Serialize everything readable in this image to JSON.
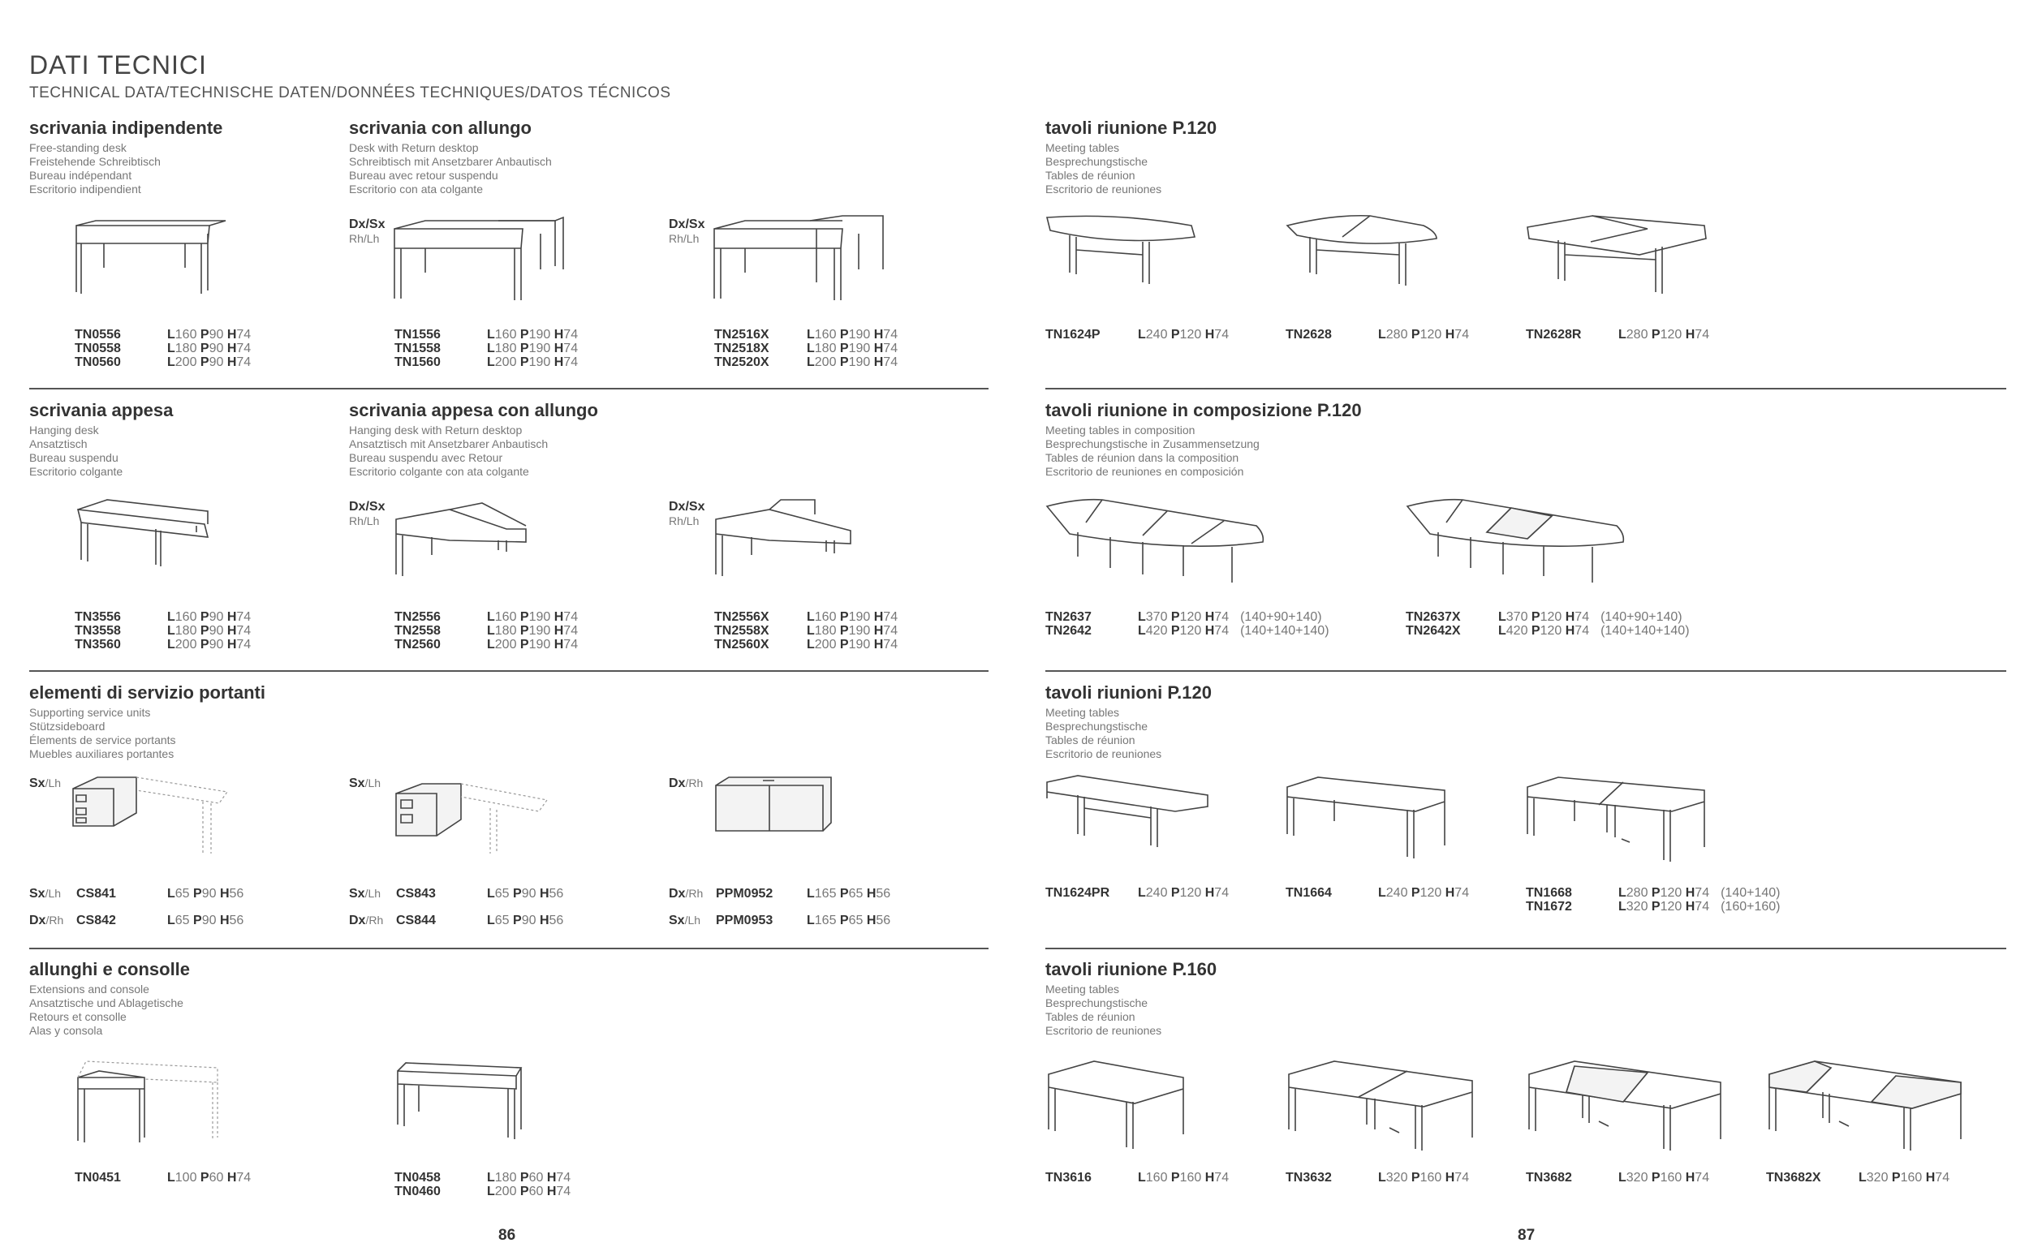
{
  "header": {
    "title": "DATI TECNICI",
    "subtitle": "TECHNICAL DATA/TECHNISCHE DATEN/DONNÉES TECHNIQUES/DATOS TÉCNICOS"
  },
  "pages": {
    "left": "86",
    "right": "87"
  },
  "sections": {
    "s1": {
      "title": "scrivania indipendente",
      "desc": [
        "Free-standing desk",
        "Freistehende Schreibtisch",
        "Bureau indépendant",
        "Escritorio indipendient"
      ],
      "codes": [
        "TN0556",
        "TN0558",
        "TN0560"
      ],
      "dims": [
        [
          "L",
          "160",
          "P",
          "90",
          "H",
          "74"
        ],
        [
          "L",
          "180",
          "P",
          "90",
          "H",
          "74"
        ],
        [
          "L",
          "200",
          "P",
          "90",
          "H",
          "74"
        ]
      ]
    },
    "s2": {
      "title": "scrivania con allungo",
      "desc": [
        "Desk with Return desktop",
        "Schreibtisch mit Ansetzbarer Anbautisch",
        "Bureau avec retour suspendu",
        "Escritorio con ata colgante"
      ],
      "sideA": "Dx/Sx",
      "sideAb": "Rh/Lh",
      "sideB": "Dx/Sx",
      "sideBb": "Rh/Lh",
      "codesA": [
        "TN1556",
        "TN1558",
        "TN1560"
      ],
      "dimsA": [
        [
          "L",
          "160",
          "P",
          "190",
          "H",
          "74"
        ],
        [
          "L",
          "180",
          "P",
          "190",
          "H",
          "74"
        ],
        [
          "L",
          "200",
          "P",
          "190",
          "H",
          "74"
        ]
      ],
      "codesB": [
        "TN2516X",
        "TN2518X",
        "TN2520X"
      ],
      "dimsB": [
        [
          "L",
          "160",
          "P",
          "190",
          "H",
          "74"
        ],
        [
          "L",
          "180",
          "P",
          "190",
          "H",
          "74"
        ],
        [
          "L",
          "200",
          "P",
          "190",
          "H",
          "74"
        ]
      ]
    },
    "s3": {
      "title": "scrivania appesa",
      "desc": [
        "Hanging desk",
        "Ansatztisch",
        "Bureau suspendu",
        "Escritorio colgante"
      ],
      "codes": [
        "TN3556",
        "TN3558",
        "TN3560"
      ],
      "dims": [
        [
          "L",
          "160",
          "P",
          "90",
          "H",
          "74"
        ],
        [
          "L",
          "180",
          "P",
          "90",
          "H",
          "74"
        ],
        [
          "L",
          "200",
          "P",
          "90",
          "H",
          "74"
        ]
      ]
    },
    "s4": {
      "title": "scrivania appesa con allungo",
      "desc": [
        "Hanging desk with Return desktop",
        "Ansatztisch mit Ansetzbarer Anbautisch",
        "Bureau suspendu avec Retour",
        "Escritorio colgante con ata colgante"
      ],
      "sideA": "Dx/Sx",
      "sideAb": "Rh/Lh",
      "sideB": "Dx/Sx",
      "sideBb": "Rh/Lh",
      "codesA": [
        "TN2556",
        "TN2558",
        "TN2560"
      ],
      "dimsA": [
        [
          "L",
          "160",
          "P",
          "190",
          "H",
          "74"
        ],
        [
          "L",
          "180",
          "P",
          "190",
          "H",
          "74"
        ],
        [
          "L",
          "200",
          "P",
          "190",
          "H",
          "74"
        ]
      ],
      "codesB": [
        "TN2556X",
        "TN2558X",
        "TN2560X"
      ],
      "dimsB": [
        [
          "L",
          "160",
          "P",
          "190",
          "H",
          "74"
        ],
        [
          "L",
          "180",
          "P",
          "190",
          "H",
          "74"
        ],
        [
          "L",
          "200",
          "P",
          "190",
          "H",
          "74"
        ]
      ]
    },
    "s5": {
      "title": "elementi di servizio portanti",
      "desc": [
        "Supporting service units",
        "Stützsideboard",
        "Élements de service portants",
        "Muebles auxiliares portantes"
      ],
      "items": [
        {
          "side": "Sx",
          "sideb": "/Lh",
          "code": "CS841",
          "dims": [
            "L",
            "65",
            "P",
            "90",
            "H",
            "56"
          ]
        },
        {
          "side": "Dx",
          "sideb": "/Rh",
          "code": "CS842",
          "dims": [
            "L",
            "65",
            "P",
            "90",
            "H",
            "56"
          ]
        },
        {
          "side": "Sx",
          "sideb": "/Lh",
          "code": "CS843",
          "dims": [
            "L",
            "65",
            "P",
            "90",
            "H",
            "56"
          ]
        },
        {
          "side": "Dx",
          "sideb": "/Rh",
          "code": "CS844",
          "dims": [
            "L",
            "65",
            "P",
            "90",
            "H",
            "56"
          ]
        },
        {
          "side": "Dx",
          "sideb": "/Rh",
          "code": "PPM0952",
          "dims": [
            "L",
            "165",
            "P",
            "65",
            "H",
            "56"
          ]
        },
        {
          "side": "Sx",
          "sideb": "/Lh",
          "code": "PPM0953",
          "dims": [
            "L",
            "165",
            "P",
            "65",
            "H",
            "56"
          ]
        }
      ],
      "ill": [
        {
          "side": "Sx",
          "sideb": "/Lh"
        },
        {
          "side": "Sx",
          "sideb": "/Lh"
        },
        {
          "side": "Dx",
          "sideb": "/Rh"
        }
      ]
    },
    "s6": {
      "title": "allunghi e consolle",
      "desc": [
        "Extensions and console",
        "Ansatztische und Ablagetische",
        "Retours et consolle",
        "Alas y consola"
      ],
      "codesA": [
        "TN0451"
      ],
      "dimsA": [
        [
          "L",
          "100",
          "P",
          "60",
          "H",
          "74"
        ]
      ],
      "codesB": [
        "TN0458",
        "TN0460"
      ],
      "dimsB": [
        [
          "L",
          "180",
          "P",
          "60",
          "H",
          "74"
        ],
        [
          "L",
          "200",
          "P",
          "60",
          "H",
          "74"
        ]
      ]
    },
    "r1": {
      "title": "tavoli riunione P.120",
      "desc": [
        "Meeting tables",
        "Besprechungstische",
        "Tables de réunion",
        "Escritorio de reuniones"
      ],
      "items": [
        {
          "code": "TN1624P",
          "dims": [
            "L",
            "240",
            "P",
            "120",
            "H",
            "74"
          ]
        },
        {
          "code": "TN2628",
          "dims": [
            "L",
            "280",
            "P",
            "120",
            "H",
            "74"
          ]
        },
        {
          "code": "TN2628R",
          "dims": [
            "L",
            "280",
            "P",
            "120",
            "H",
            "74"
          ]
        }
      ]
    },
    "r2": {
      "title": "tavoli riunione in composizione P.120",
      "desc": [
        "Meeting tables in composition",
        "Besprechungstische in Zusammensetzung",
        "Tables de réunion dans la composition",
        "Escritorio de reuniones en composición"
      ],
      "codesA": [
        "TN2637",
        "TN2642"
      ],
      "dimsA": [
        [
          "L",
          "370",
          "P",
          "120",
          "H",
          "74"
        ],
        [
          "L",
          "420",
          "P",
          "120",
          "H",
          "74"
        ]
      ],
      "extraA": [
        "(140+90+140)",
        "(140+140+140)"
      ],
      "codesB": [
        "TN2637X",
        "TN2642X"
      ],
      "dimsB": [
        [
          "L",
          "370",
          "P",
          "120",
          "H",
          "74"
        ],
        [
          "L",
          "420",
          "P",
          "120",
          "H",
          "74"
        ]
      ],
      "extraB": [
        "(140+90+140)",
        "(140+140+140)"
      ]
    },
    "r3": {
      "title": "tavoli riunioni P.120",
      "desc": [
        "Meeting tables",
        "Besprechungstische",
        "Tables de réunion",
        "Escritorio de reuniones"
      ],
      "items": [
        {
          "code": "TN1624PR",
          "dims": [
            "L",
            "240",
            "P",
            "120",
            "H",
            "74"
          ]
        },
        {
          "code": "TN1664",
          "dims": [
            "L",
            "240",
            "P",
            "120",
            "H",
            "74"
          ]
        }
      ],
      "codesC": [
        "TN1668",
        "TN1672"
      ],
      "dimsC": [
        [
          "L",
          "280",
          "P",
          "120",
          "H",
          "74"
        ],
        [
          "L",
          "320",
          "P",
          "120",
          "H",
          "74"
        ]
      ],
      "extraC": [
        "(140+140)",
        "(160+160)"
      ]
    },
    "r4": {
      "title": "tavoli riunione P.160",
      "desc": [
        "Meeting tables",
        "Besprechungstische",
        "Tables de réunion",
        "Escritorio de reuniones"
      ],
      "items": [
        {
          "code": "TN3616",
          "dims": [
            "L",
            "160",
            "P",
            "160",
            "H",
            "74"
          ]
        },
        {
          "code": "TN3632",
          "dims": [
            "L",
            "320",
            "P",
            "160",
            "H",
            "74"
          ]
        },
        {
          "code": "TN3682",
          "dims": [
            "L",
            "320",
            "P",
            "160",
            "H",
            "74"
          ]
        },
        {
          "code": "TN3682X",
          "dims": [
            "L",
            "320",
            "P",
            "160",
            "H",
            "74"
          ]
        }
      ]
    }
  }
}
